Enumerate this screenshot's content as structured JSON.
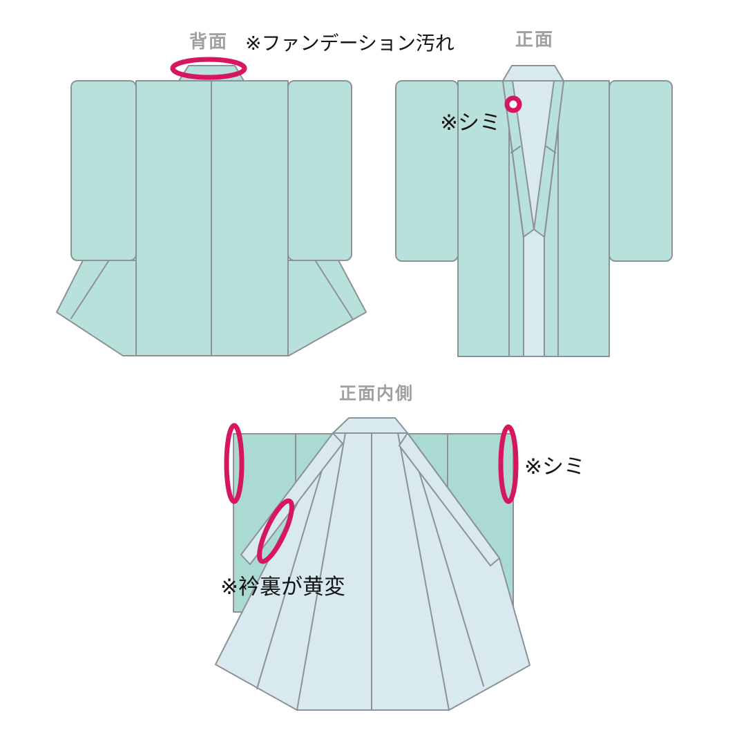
{
  "colors": {
    "garment_mint": "#b9e1dc",
    "garment_mint_inside": "#abdad3",
    "lining_blue": "#d9e9f0",
    "outline_gray": "#8b9196",
    "label_gray": "#a0a0a0",
    "text_black": "#141414",
    "mark_pink": "#d6175f"
  },
  "views": {
    "back": {
      "label": "背面",
      "annotation": "※ファンデーション汚れ",
      "mark": "ellipse-ring-around-back-collar"
    },
    "front": {
      "label": "正面",
      "annotation": "※シミ",
      "mark": "small-ring-on-left-collar"
    },
    "inside": {
      "label": "正面内側",
      "annotation_stain": "※シミ",
      "annotation_collar": "※衿裏が黄変",
      "marks": [
        "ring-on-left-sleeve-edge",
        "ring-on-left-collar-lining",
        "ring-on-right-sleeve-edge"
      ]
    }
  }
}
